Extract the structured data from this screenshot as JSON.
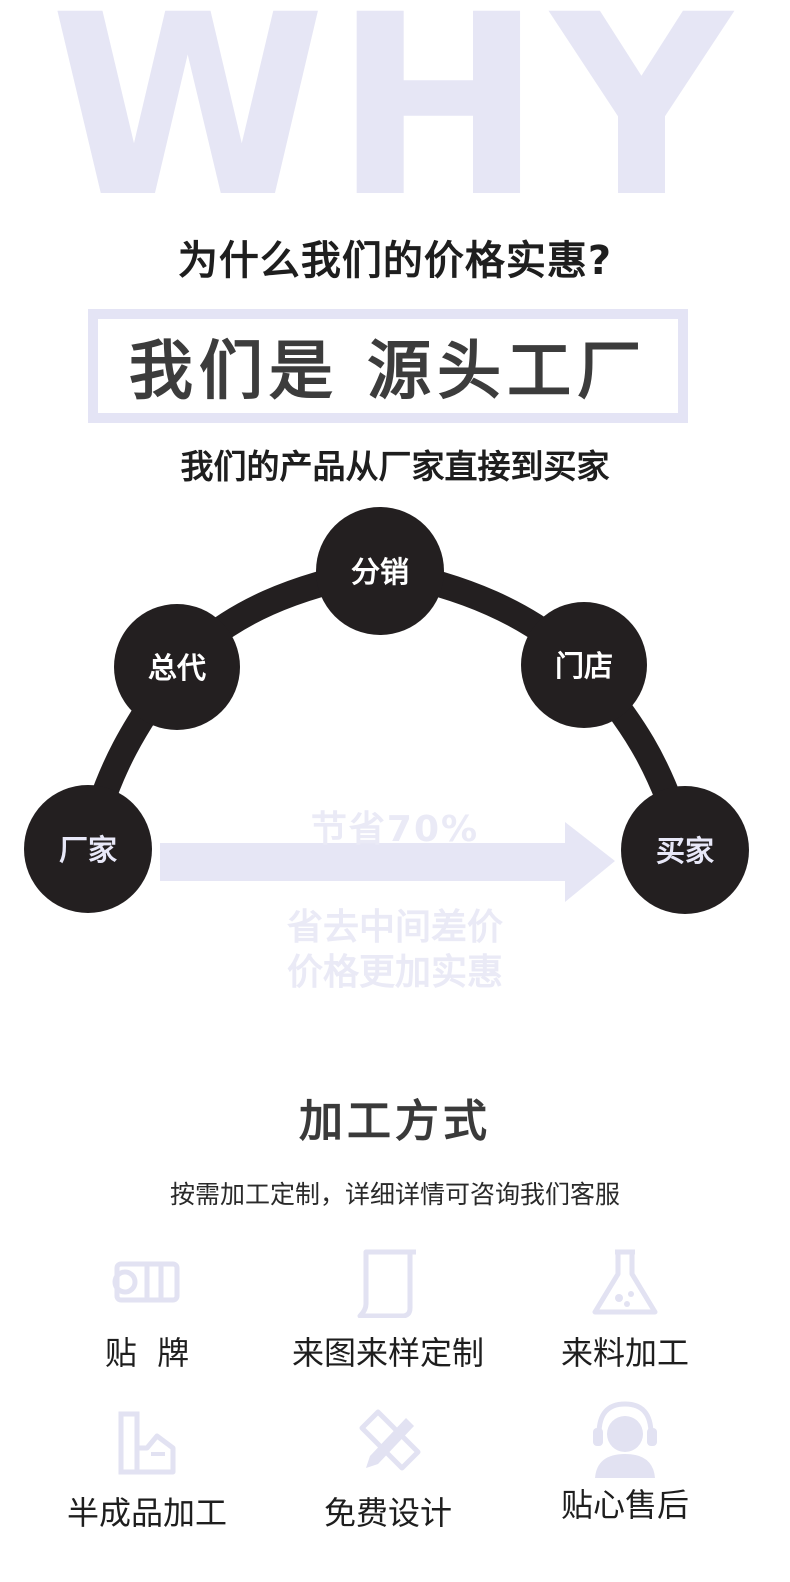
{
  "hero": {
    "watermark": "WHY",
    "question": "为什么我们的价格实惠?",
    "factory_claim": "我们是 源头工厂",
    "subtitle": "我们的产品从厂家直接到买家"
  },
  "diagram": {
    "nodes": [
      "厂家",
      "总代",
      "分销",
      "门店",
      "买家"
    ],
    "savings_percent": "节省70%",
    "savings_note_line1": "省去中间差价",
    "savings_note_line2": "价格更加实惠"
  },
  "processing": {
    "title": "加工方式",
    "description": "按需加工定制，详细详情可咨询我们客服",
    "services": [
      {
        "label": "贴  牌",
        "icon": "label-roll-icon"
      },
      {
        "label": "来图来样定制",
        "icon": "document-icon"
      },
      {
        "label": "来料加工",
        "icon": "flask-icon"
      },
      {
        "label": "半成品加工",
        "icon": "tools-icon"
      },
      {
        "label": "免费设计",
        "icon": "pencil-ruler-icon"
      },
      {
        "label": "贴心售后",
        "icon": "headset-user-icon"
      }
    ]
  },
  "colors": {
    "dark": "#1e1e1e",
    "accent_light": "#e6e6f5",
    "node_fill": "#231f20",
    "node_text": "#ffffff",
    "node_text_light": "#e8e8f8",
    "icon": "#e2e2f2"
  }
}
